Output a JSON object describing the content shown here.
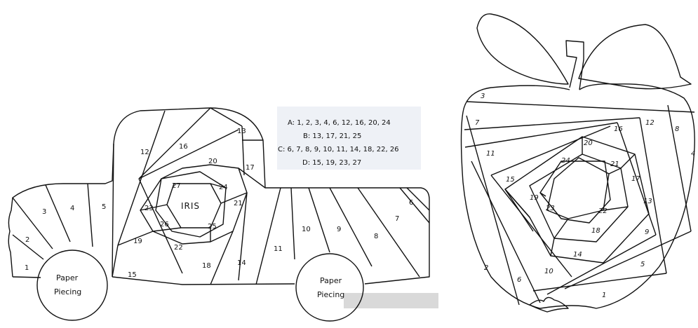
{
  "truck": {
    "legend": [
      "A: 1, 2, 3, 4, 6, 12, 16, 20, 24",
      "B: 13, 17, 21, 25",
      "C: 6, 7, 8, 9, 10, 11, 14, 18, 22, 26",
      "D: 15, 19, 23, 27"
    ],
    "center_label": "IRIS",
    "wheel_line1": "Paper",
    "wheel_line2": "Piecing",
    "wheel2_line2": "Piecing",
    "numbers": [
      "1",
      "2",
      "3",
      "4",
      "5",
      "12",
      "16",
      "13",
      "20",
      "17",
      "27",
      "24",
      "23",
      "IRIS",
      "21",
      "26",
      "25",
      "19",
      "22",
      "18",
      "15",
      "14",
      "11",
      "10",
      "9",
      "8",
      "7",
      "6"
    ]
  },
  "apple": {
    "numbers": [
      "3",
      "7",
      "11",
      "15",
      "16",
      "12",
      "8",
      "4",
      "20",
      "21",
      "17",
      "24",
      "19",
      "23",
      "22",
      "13",
      "18",
      "14",
      "9",
      "10",
      "5",
      "2",
      "6",
      "1"
    ]
  },
  "colors": {
    "ink": "#111111",
    "legend_bg": "#eef1f6",
    "gray_patch": "#d9d9d9"
  }
}
